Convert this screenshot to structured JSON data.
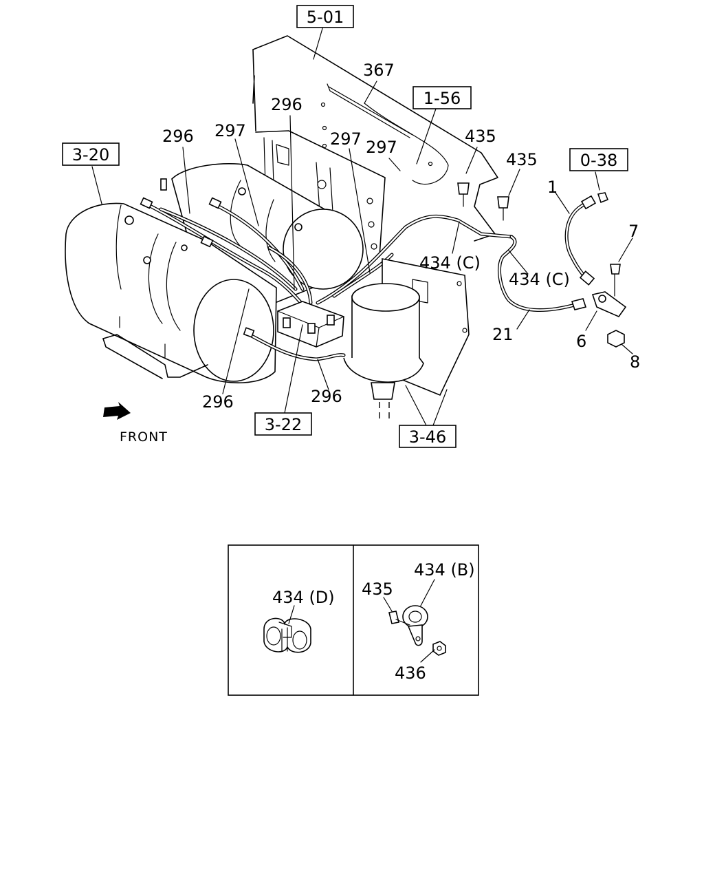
{
  "labels": {
    "l367": "367",
    "l296a": "296",
    "l296b": "296",
    "l296c": "296",
    "l296d": "296",
    "l297a": "297",
    "l297b": "297",
    "l297c": "297",
    "l435a": "435",
    "l435b": "435",
    "l434ca": "434 (C)",
    "l434cb": "434 (C)",
    "l1": "1",
    "l7": "7",
    "l6": "6",
    "l8": "8",
    "l21": "21",
    "front": "FRONT"
  },
  "refs": {
    "r501": "5-01",
    "r156": "1-56",
    "r320": "3-20",
    "r038": "0-38",
    "r322": "3-22",
    "r346": "3-46"
  },
  "inset": {
    "d434": "434 (D)",
    "b434": "434 (B)",
    "i435": "435",
    "i436": "436"
  }
}
